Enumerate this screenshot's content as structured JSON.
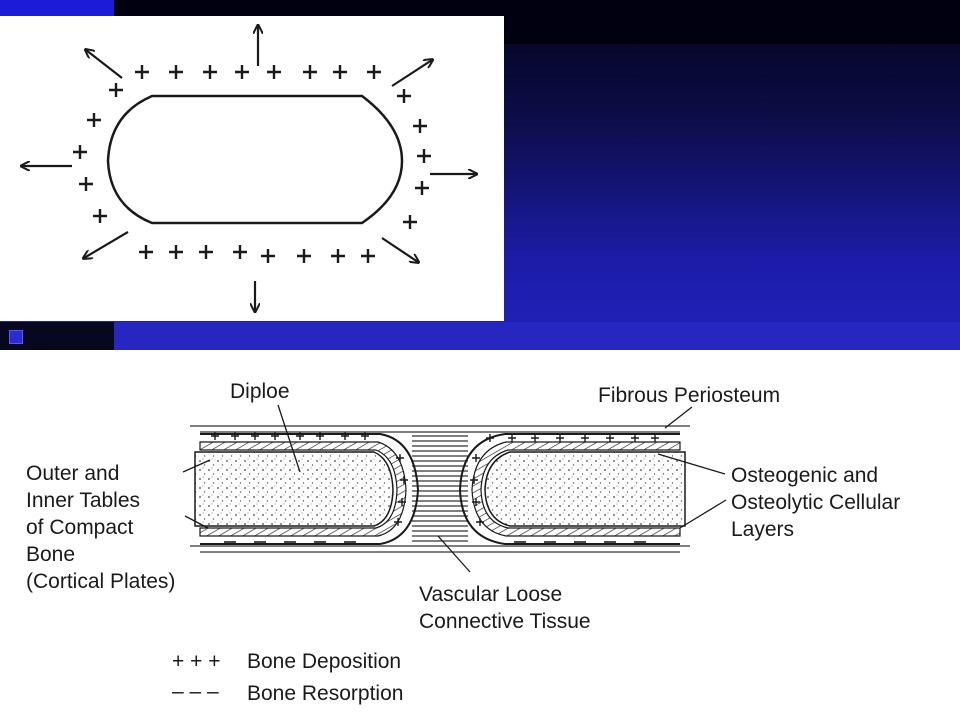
{
  "diagram": {
    "labels": {
      "diploe": "Diploe",
      "fibrous_periosteum": "Fibrous Periosteum",
      "outer_inner_tables": [
        "Outer and",
        "Inner Tables",
        "of Compact",
        "Bone",
        "(Cortical Plates)"
      ],
      "osteogenic_layers": [
        "Osteogenic and",
        "Osteolytic Cellular",
        "Layers"
      ],
      "vascular_tissue": [
        "Vascular Loose",
        "Connective Tissue"
      ]
    },
    "legend": [
      {
        "symbol": "+ + +",
        "label": "Bone Deposition"
      },
      {
        "symbol": "– – –",
        "label": "Bone Resorption"
      }
    ]
  },
  "colors": {
    "background_dark": "#03031a",
    "background_blue": "#2222bb",
    "accent_blue": "#1b1bd8",
    "ink": "#1a1a1a"
  }
}
